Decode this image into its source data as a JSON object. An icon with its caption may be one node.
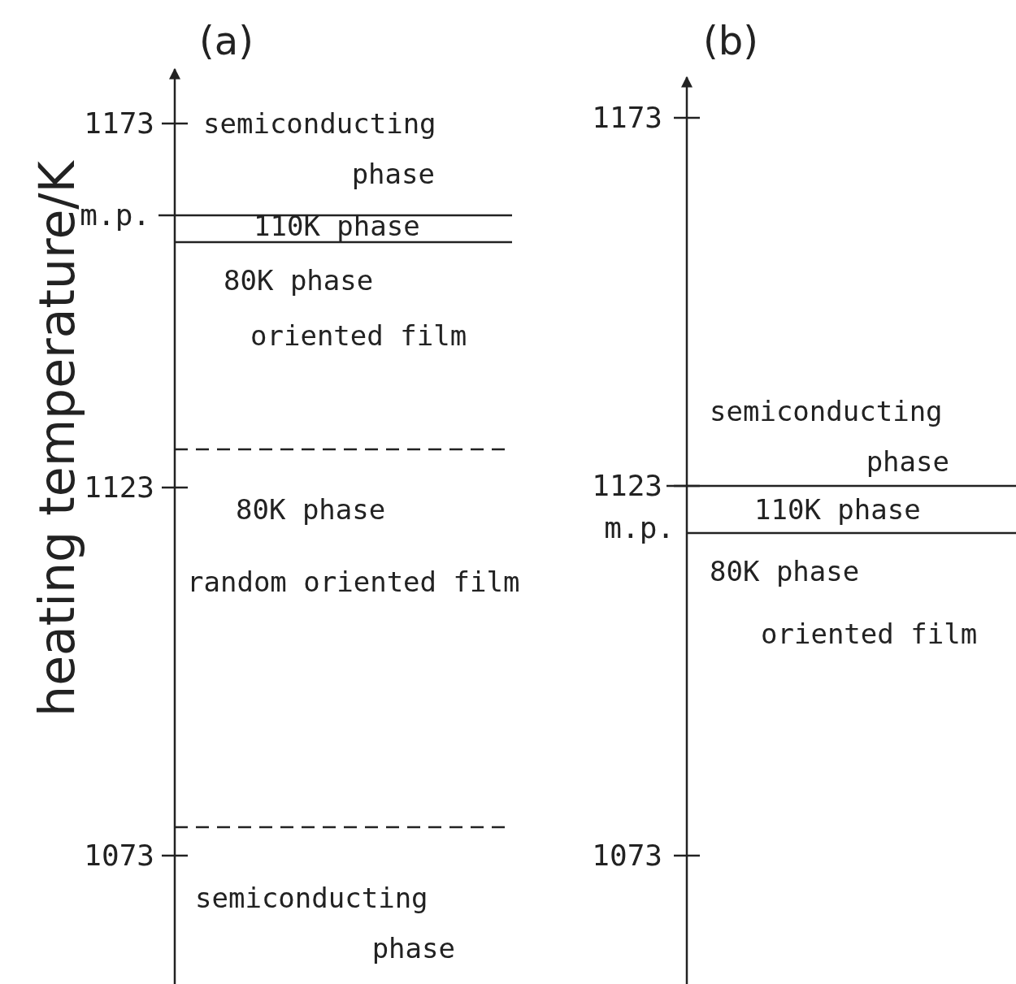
{
  "diagram": {
    "labels": [
      "(a)",
      "(b)",
      "heating temperature/K",
      "1173",
      "semiconducting phase",
      "m.p.",
      "110K phase",
      "80K phase",
      "oriented film",
      "1123",
      "80K phase",
      "random oriented film",
      "1073",
      "semiconducting phase",
      "1173",
      "semiconducting phase",
      "1123",
      "110K phase",
      "m.p.",
      "80K phase",
      "oriented film",
      "1073"
    ]
  }
}
